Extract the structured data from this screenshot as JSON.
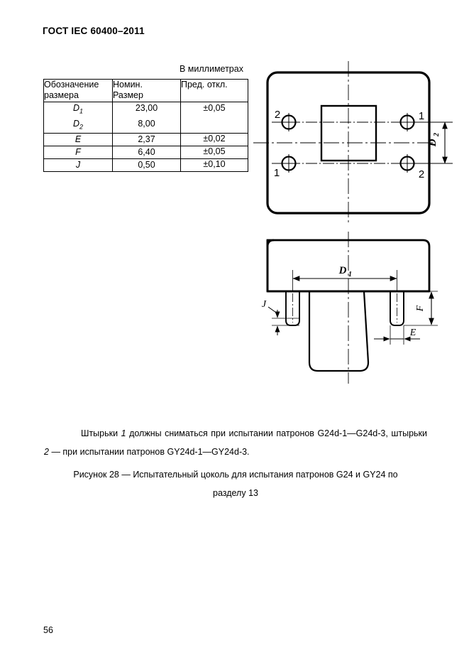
{
  "header": {
    "standard_title": "ГОСТ IEC 60400–2011"
  },
  "units_note": "В миллиметрах",
  "table": {
    "headers": [
      "Обозначение размера",
      "Номин. Размер",
      "Пред. откл."
    ],
    "header_lines": {
      "col1_line1": "Обозначение",
      "col1_line2": "размера",
      "col2_line1": "Номин.",
      "col2_line2": "Размер",
      "col3_line1": "Пред. откл."
    },
    "rows": [
      {
        "symbol": "D",
        "subscript": "1",
        "nominal": "23,00",
        "tolerance": "±0,05"
      },
      {
        "symbol": "D",
        "subscript": "2",
        "nominal": "8,00",
        "tolerance": ""
      },
      {
        "symbol": "E",
        "subscript": "",
        "nominal": "2,37",
        "tolerance": "±0,02"
      },
      {
        "symbol": "F",
        "subscript": "",
        "nominal": "6,40",
        "tolerance": "±0,05"
      },
      {
        "symbol": "J",
        "subscript": "",
        "nominal": "0,50",
        "tolerance": "±0,10"
      }
    ]
  },
  "drawing": {
    "top_view": {
      "pin_labels": [
        "2",
        "1",
        "1",
        "2"
      ],
      "pin_label_top_left": "2",
      "pin_label_top_right": "1",
      "pin_label_bottom_left": "1",
      "pin_label_bottom_right": "2",
      "dimension_label": "D",
      "dimension_subscript": "2"
    },
    "side_view": {
      "dimension_d1": "D",
      "dimension_d1_subscript": "1",
      "dimension_e": "E",
      "dimension_f": "F",
      "dimension_j": "J"
    }
  },
  "body": {
    "paragraph_line1": "Штырьки",
    "paragraph_italic1": "1",
    "paragraph_line1b": "должны сниматься при испытании патронов G24d-1—G24d-3,",
    "paragraph_line2a": "штырьки",
    "paragraph_italic2": "2",
    "paragraph_line2b": "— при испытании патронов GY24d-1—GY24d-3.",
    "caption_line1": "Рисунок 28 — Испытательный цоколь для испытания патронов G24 и GY24 по",
    "caption_line2": "разделу 13"
  },
  "page_number": "56"
}
